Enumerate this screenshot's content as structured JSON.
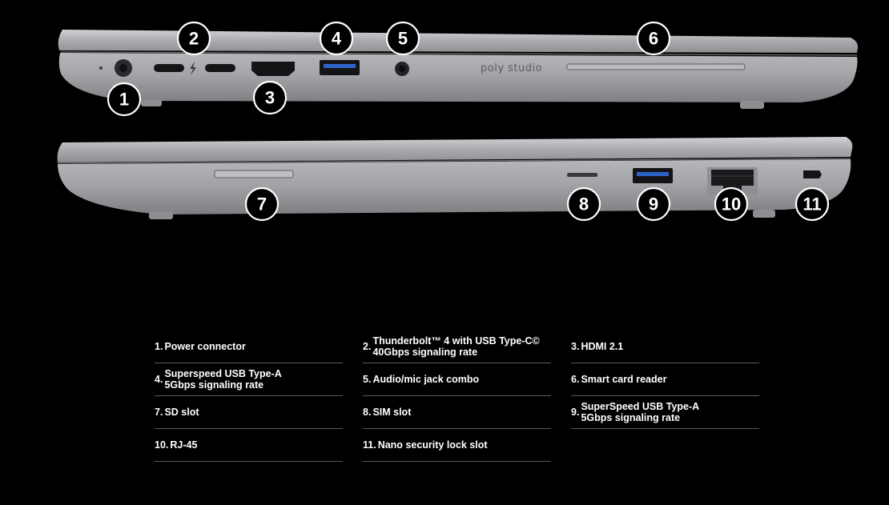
{
  "colors": {
    "background": "#000000",
    "chassis": "#a7a8ab",
    "chassis_highlight": "#c4c5c8",
    "chassis_shadow": "#7c7d80",
    "port": "#1a1a1c",
    "callout_fill": "#000000",
    "callout_stroke": "#ffffff",
    "divider": "#5a5a5a",
    "text": "#ffffff"
  },
  "brand_label": "poly studio",
  "callouts": [
    "1",
    "2",
    "3",
    "4",
    "5",
    "6",
    "7",
    "8",
    "9",
    "10",
    "11"
  ],
  "icons": {
    "power": "power-port-icon",
    "thunderbolt": "thunderbolt-bolt-icon",
    "usbc": "usb-c-port-icon",
    "hdmi": "hdmi-port-icon",
    "usba": "usb-a-port-icon",
    "audio": "audio-jack-icon",
    "smartcard": "smart-card-slot-icon",
    "sd": "sd-slot-icon",
    "sim": "sim-slot-icon",
    "rj45": "rj45-port-icon",
    "lock": "lock-slot-icon"
  },
  "specs": [
    {
      "num": "1.",
      "text": "Power connector"
    },
    {
      "num": "2.",
      "text": "Thunderbolt™ 4 with USB Type-C© 40Gbps signaling rate"
    },
    {
      "num": "3.",
      "text": "HDMI 2.1"
    },
    {
      "num": "4.",
      "text": "Superspeed USB Type-A 5Gbps signaling rate"
    },
    {
      "num": "5.",
      "text": "Audio/mic jack combo"
    },
    {
      "num": "6.",
      "text": "Smart card reader"
    },
    {
      "num": "7.",
      "text": "SD slot"
    },
    {
      "num": "8.",
      "text": "SIM slot"
    },
    {
      "num": "9.",
      "text": "SuperSpeed USB Type-A 5Gbps signaling rate"
    },
    {
      "num": "10.",
      "text": "RJ-45"
    },
    {
      "num": "11.",
      "text": "Nano security lock slot"
    }
  ]
}
